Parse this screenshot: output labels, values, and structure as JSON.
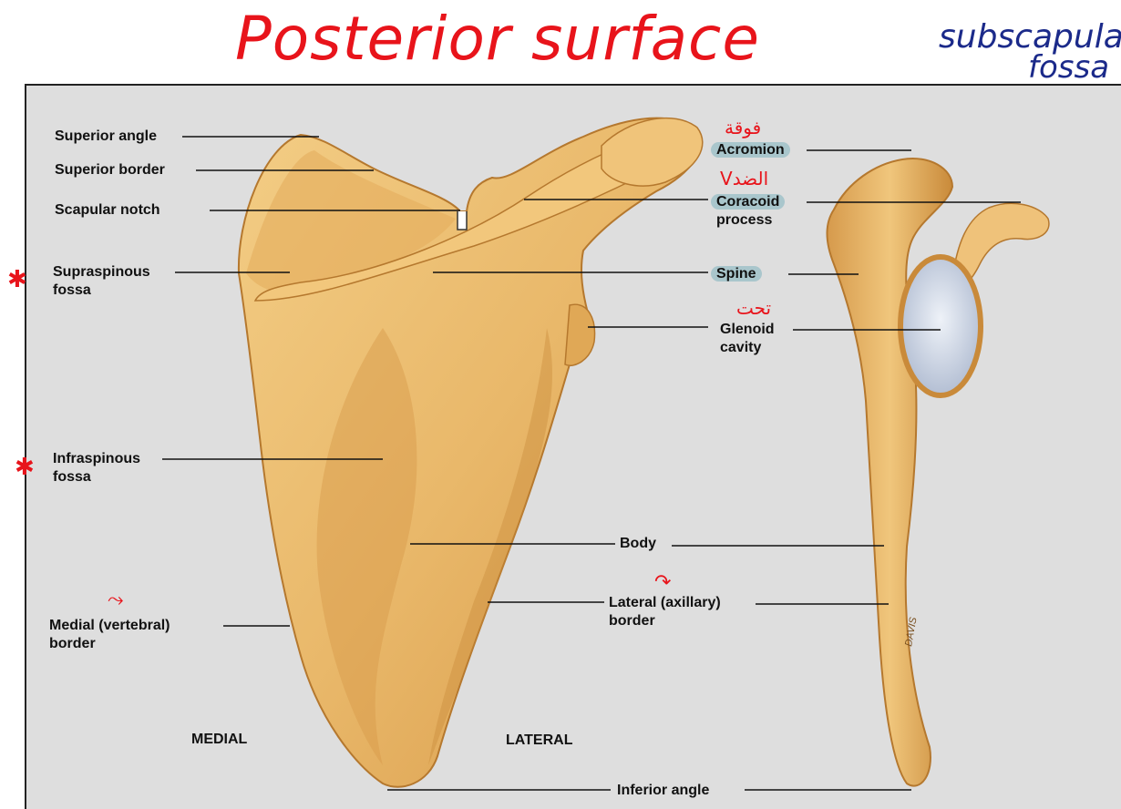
{
  "handwritten": {
    "title": "Posterior surface",
    "corner_note_line1": "subscapula",
    "corner_note_line2": "fossa",
    "arabic_above_acromion": "فوقة",
    "arabic_above_coracoid": "Vالضد",
    "arabic_above_glenoid": "تحت"
  },
  "labels": {
    "superior_angle": "Superior angle",
    "superior_border": "Superior border",
    "scapular_notch": "Scapular notch",
    "supraspinous_1": "Supraspinous",
    "supraspinous_2": "fossa",
    "infraspinous_1": "Infraspinous",
    "infraspinous_2": "fossa",
    "medial_border_1": "Medial (vertebral)",
    "medial_border_2": "border",
    "medial": "MEDIAL",
    "lateral": "LATERAL",
    "acromion": "Acromion",
    "coracoid_1": "Coracoid",
    "coracoid_2": "process",
    "spine": "Spine",
    "glenoid_1": "Glenoid",
    "glenoid_2": "cavity",
    "body": "Body",
    "lateral_border_1": "Lateral (axillary)",
    "lateral_border_2": "border",
    "inferior_angle": "Inferior angle",
    "artist_signature": "DAVIS"
  },
  "colors": {
    "bone": "#e9b86a",
    "bone_shadow": "#c98a3a",
    "glenoid": "#cfd8e6",
    "plate_bg": "#dedede",
    "ink_red": "#e8141b",
    "highlight": "#a9c6cc"
  }
}
